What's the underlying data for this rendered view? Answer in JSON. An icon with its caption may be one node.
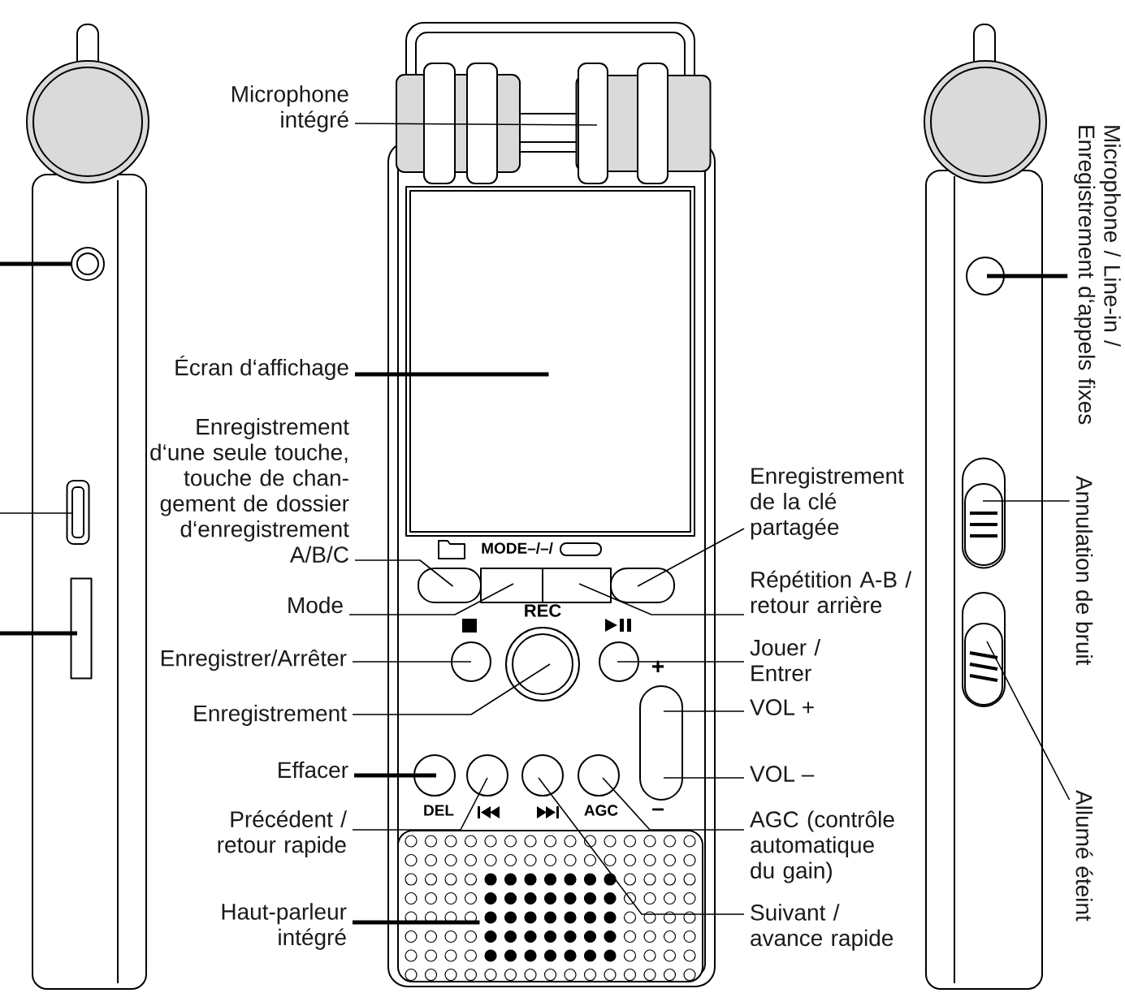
{
  "diagram": {
    "nodes": [
      {
        "text": [
          "Microphone intégré"
        ]
      },
      {
        "text": [
          "Écran d‘affichage"
        ]
      },
      {
        "text": [
          "Enregistrement d‘une seule touche, touche de chan- gement de dossier d‘enregistrement A/B/C"
        ]
      },
      {
        "text": [
          "Mode"
        ]
      },
      {
        "text": [
          "Enregistrer/Arrêter"
        ]
      },
      {
        "text": [
          "Enregistrement"
        ]
      },
      {
        "text": [
          "Effacer"
        ]
      },
      {
        "text": [
          "Précédent / retour rapide"
        ]
      },
      {
        "text": [
          "Haut-parleur intégré"
        ]
      },
      {
        "text": [
          "Enregistrement de la clé partagée"
        ]
      },
      {
        "text": [
          "Répétition A-B / retour arrière"
        ]
      },
      {
        "text": [
          "Jouer / Entrer"
        ]
      },
      {
        "text": [
          "VOL +"
        ]
      },
      {
        "text": [
          "VOL –"
        ]
      },
      {
        "text": [
          "AGC (contrôle automatique du gain)"
        ]
      },
      {
        "text": [
          "Suivant / avance rapide"
        ]
      },
      {
        "text": [
          "Microphone / Line-in / Enregistrement d‘appels fixes"
        ]
      },
      {
        "text": [
          "Annulation de bruit"
        ]
      },
      {
        "text": [
          "Allumé éteint"
        ]
      },
      {
        "text": [],
        "shape": "box"
      },
      {
        "text": [],
        "shape": "box"
      },
      {
        "text": [],
        "shape": "box"
      },
      {
        "text": [],
        "shape": "box"
      },
      {
        "text": [],
        "shape": "box"
      },
      {
        "text": [],
        "shape": "box"
      },
      {
        "text": [],
        "shape": "circle"
      },
      {
        "text": [],
        "shape": "circle"
      },
      {
        "text": [],
        "shape": "circle"
      },
      {
        "text": [],
        "shape": "box"
      },
      {
        "text": [],
        "shape": "circle"
      },
      {
        "text": [],
        "shape": "circle"
      },
      {
        "text": [],
        "shape": "circle"
      },
      {
        "text": [],
        "shape": "circle"
      },
      {
        "text": [],
        "shape": "box"
      },
      {
        "text": [],
        "shape": "circle"
      },
      {
        "text": [],
        "shape": "box"
      },
      {
        "text": [],
        "shape": "box"
      },
      {
        "text": [],
        "shape": "circle"
      },
      {
        "text": [],
        "shape": "box"
      },
      {
        "text": [],
        "shape": "box"
      }
    ],
    "edges": [
      {
        "from": 0,
        "to": 19,
        "arrow": "none"
      },
      {
        "from": 1,
        "to": 20,
        "arrow": "none",
        "style": "thick"
      },
      {
        "from": 2,
        "to": 21,
        "arrow": "none"
      },
      {
        "from": 3,
        "to": 22,
        "arrow": "none"
      },
      {
        "from": 4,
        "to": 25,
        "arrow": "none"
      },
      {
        "from": 5,
        "to": 26,
        "arrow": "none"
      },
      {
        "from": 6,
        "to": 29,
        "arrow": "none",
        "style": "thick"
      },
      {
        "from": 7,
        "to": 30,
        "arrow": "none"
      },
      {
        "from": 8,
        "to": 33,
        "arrow": "none",
        "style": "thick"
      },
      {
        "from": 9,
        "to": 24,
        "arrow": "none"
      },
      {
        "from": 10,
        "to": 23,
        "arrow": "none"
      },
      {
        "from": 11,
        "to": 27,
        "arrow": "none"
      },
      {
        "from": 12,
        "to": 28,
        "arrow": "none"
      },
      {
        "from": 13,
        "to": 28,
        "arrow": "none"
      },
      {
        "from": 14,
        "to": 32,
        "arrow": "none"
      },
      {
        "from": 15,
        "to": 31,
        "arrow": "none"
      },
      {
        "from": 16,
        "to": 34,
        "arrow": "none",
        "style": "thick"
      },
      {
        "from": 17,
        "to": 35,
        "arrow": "none"
      },
      {
        "from": 18,
        "to": 36,
        "arrow": "none"
      },
      {
        "from": null,
        "to": 37,
        "arrow": "none",
        "style": "thick"
      },
      {
        "from": null,
        "to": 38,
        "arrow": "none"
      },
      {
        "from": null,
        "to": 39,
        "arrow": "none",
        "style": "thick"
      }
    ],
    "labels": [
      "MODE–/–/",
      "REC",
      "DEL",
      "AGC",
      "+",
      "–"
    ]
  }
}
